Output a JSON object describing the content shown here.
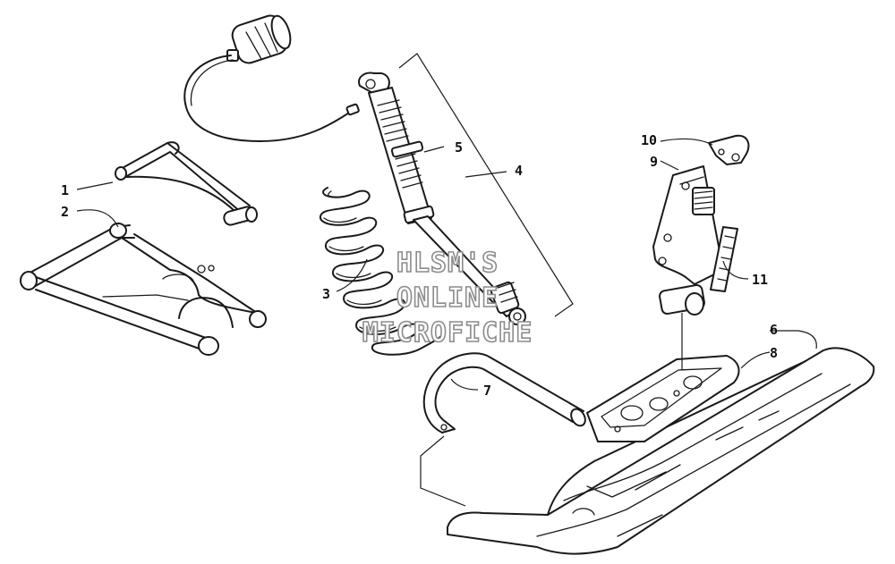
{
  "callouts": {
    "c1": "1",
    "c2": "2",
    "c3": "3",
    "c4": "4",
    "c5": "5",
    "c6": "6",
    "c7": "7",
    "c8": "8",
    "c9": "9",
    "c10": "10",
    "c11": "11"
  },
  "watermark": {
    "line1": "HLSM'S",
    "line2": "ONLINE",
    "line3": "MICROFICHE"
  },
  "colors": {
    "line": "#1a1a1a",
    "watermark_outline": "#8c8c8c",
    "background": "#ffffff"
  }
}
